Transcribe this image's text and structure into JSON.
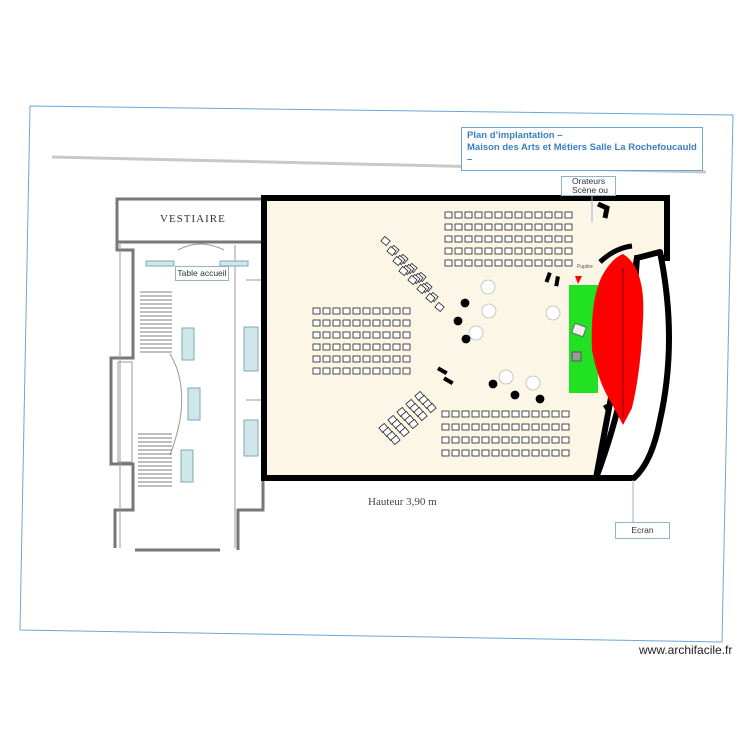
{
  "title": {
    "line1": "Plan d’implantation –",
    "line2": "Maison des Arts et Métiers Salle La Rochefoucauld",
    "line3": "–"
  },
  "labels": {
    "vestiaire": "VESTIAIRE",
    "table_accueil": "Table accueil",
    "orateurs_line1": "Orateurs",
    "orateurs_line2": "Scène ou",
    "pupitre": "Pupitre",
    "ecran": "Ecran",
    "hauteur": "Hauteur 3,90 m"
  },
  "watermark": "www.archifacile.fr",
  "colors": {
    "sheet_border": "#6aa6d6",
    "room_fill": "#fbf6e6",
    "wall": "#000000",
    "stage_green": "#22e022",
    "stage_red": "#ff0000",
    "title_text": "#3a7fc4",
    "window_fill": "#cfe6ea"
  }
}
